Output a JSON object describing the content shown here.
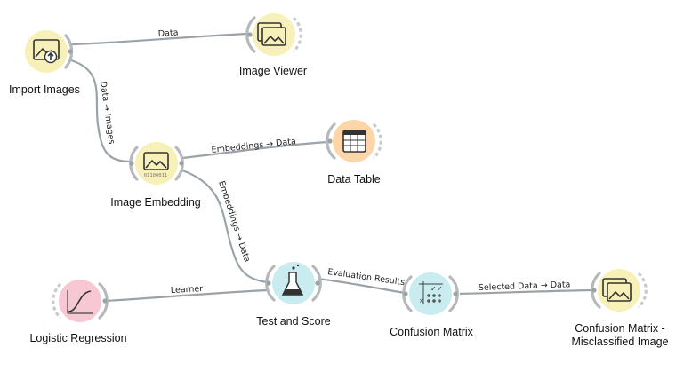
{
  "nodes": {
    "import_images": {
      "label": "Import Images",
      "color": "#f7f0b8",
      "icon": "image-import-icon"
    },
    "image_viewer": {
      "label": "Image Viewer",
      "color": "#f7f0b8",
      "icon": "image-viewer-icon"
    },
    "image_embedding": {
      "label": "Image Embedding",
      "color": "#f7f0b8",
      "icon": "image-embedding-icon"
    },
    "data_table": {
      "label": "Data Table",
      "color": "#fcd5a8",
      "icon": "table-icon"
    },
    "test_and_score": {
      "label": "Test and Score",
      "color": "#c9ecf0",
      "icon": "flask-icon"
    },
    "logistic_regression": {
      "label": "Logistic Regression",
      "color": "#f7c8d4",
      "icon": "sigmoid-icon"
    },
    "confusion_matrix": {
      "label": "Confusion Matrix",
      "color": "#c9ecf0",
      "icon": "matrix-icon"
    },
    "confusion_matrix_images": {
      "label_line1": "Confusion Matrix -",
      "label_line2": "Misclassified Image",
      "color": "#f7f0b8",
      "icon": "image-viewer-icon"
    }
  },
  "links": {
    "import_to_viewer": "Data",
    "import_to_embedding": "Data → Images",
    "embedding_to_table": "Embeddings → Data",
    "embedding_to_test": "Embeddings → Data",
    "learner_to_test": "Learner",
    "test_to_matrix": "Evaluation Results",
    "matrix_to_viewer": "Selected Data → Data"
  },
  "embedding_icon_text": "01100011"
}
